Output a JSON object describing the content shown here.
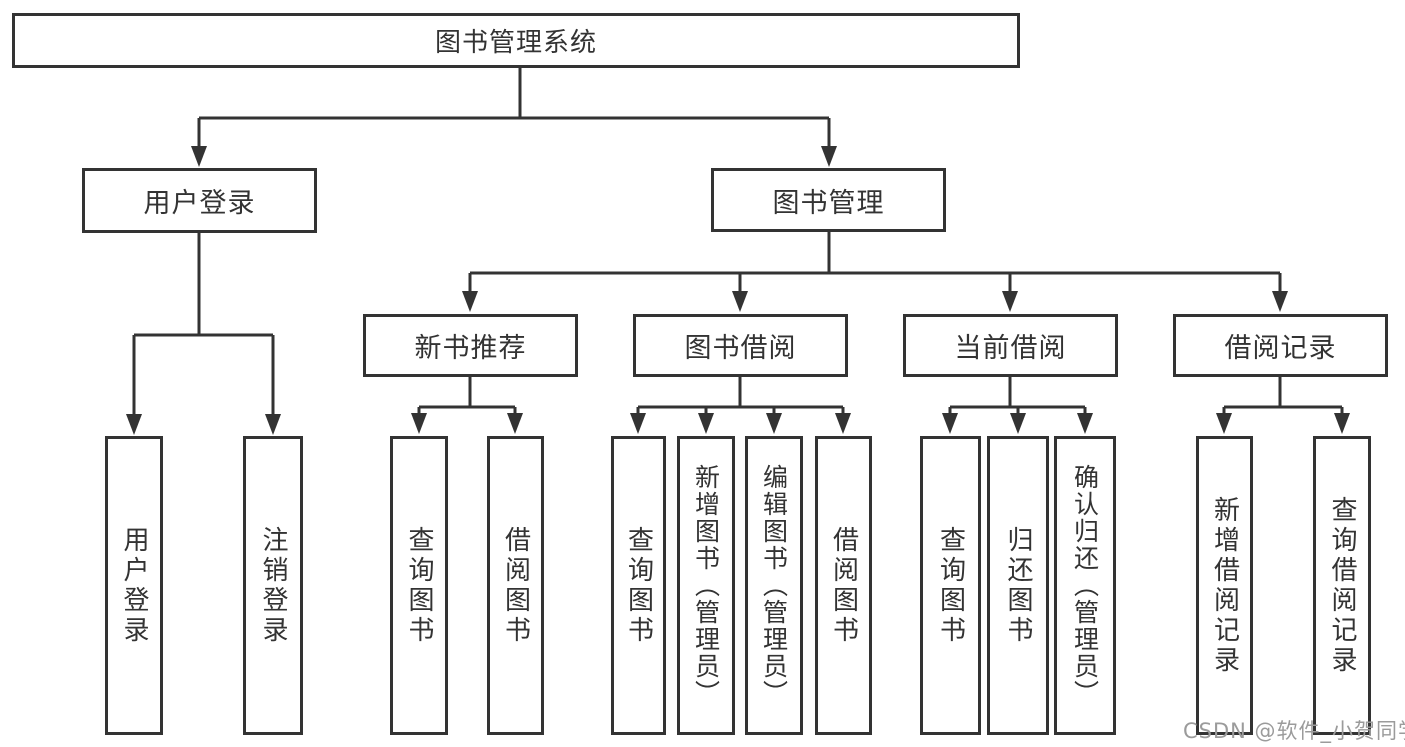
{
  "colors": {
    "background": "#ffffff",
    "line": "#333333",
    "box_border": "#333333",
    "text": "#333333",
    "watermark": "#9b9b9b"
  },
  "watermark": {
    "text": "CSDN @软件_小贺同学"
  },
  "tree": {
    "root": "图书管理系统",
    "branches": [
      {
        "label": "用户登录",
        "children": [
          {
            "label": "用户登录"
          },
          {
            "label": "注销登录"
          }
        ]
      },
      {
        "label": "图书管理",
        "children": [
          {
            "label": "新书推荐",
            "children": [
              {
                "label": "查询图书"
              },
              {
                "label": "借阅图书"
              }
            ]
          },
          {
            "label": "图书借阅",
            "children": [
              {
                "label": "查询图书"
              },
              {
                "label": "新增图书（管理员）"
              },
              {
                "label": "编辑图书（管理员）"
              },
              {
                "label": "借阅图书"
              }
            ]
          },
          {
            "label": "当前借阅",
            "children": [
              {
                "label": "查询图书"
              },
              {
                "label": "归还图书"
              },
              {
                "label": "确认归还（管理员）"
              }
            ]
          },
          {
            "label": "借阅记录",
            "children": [
              {
                "label": "新增借阅记录"
              },
              {
                "label": "查询借阅记录"
              }
            ]
          }
        ]
      }
    ]
  }
}
